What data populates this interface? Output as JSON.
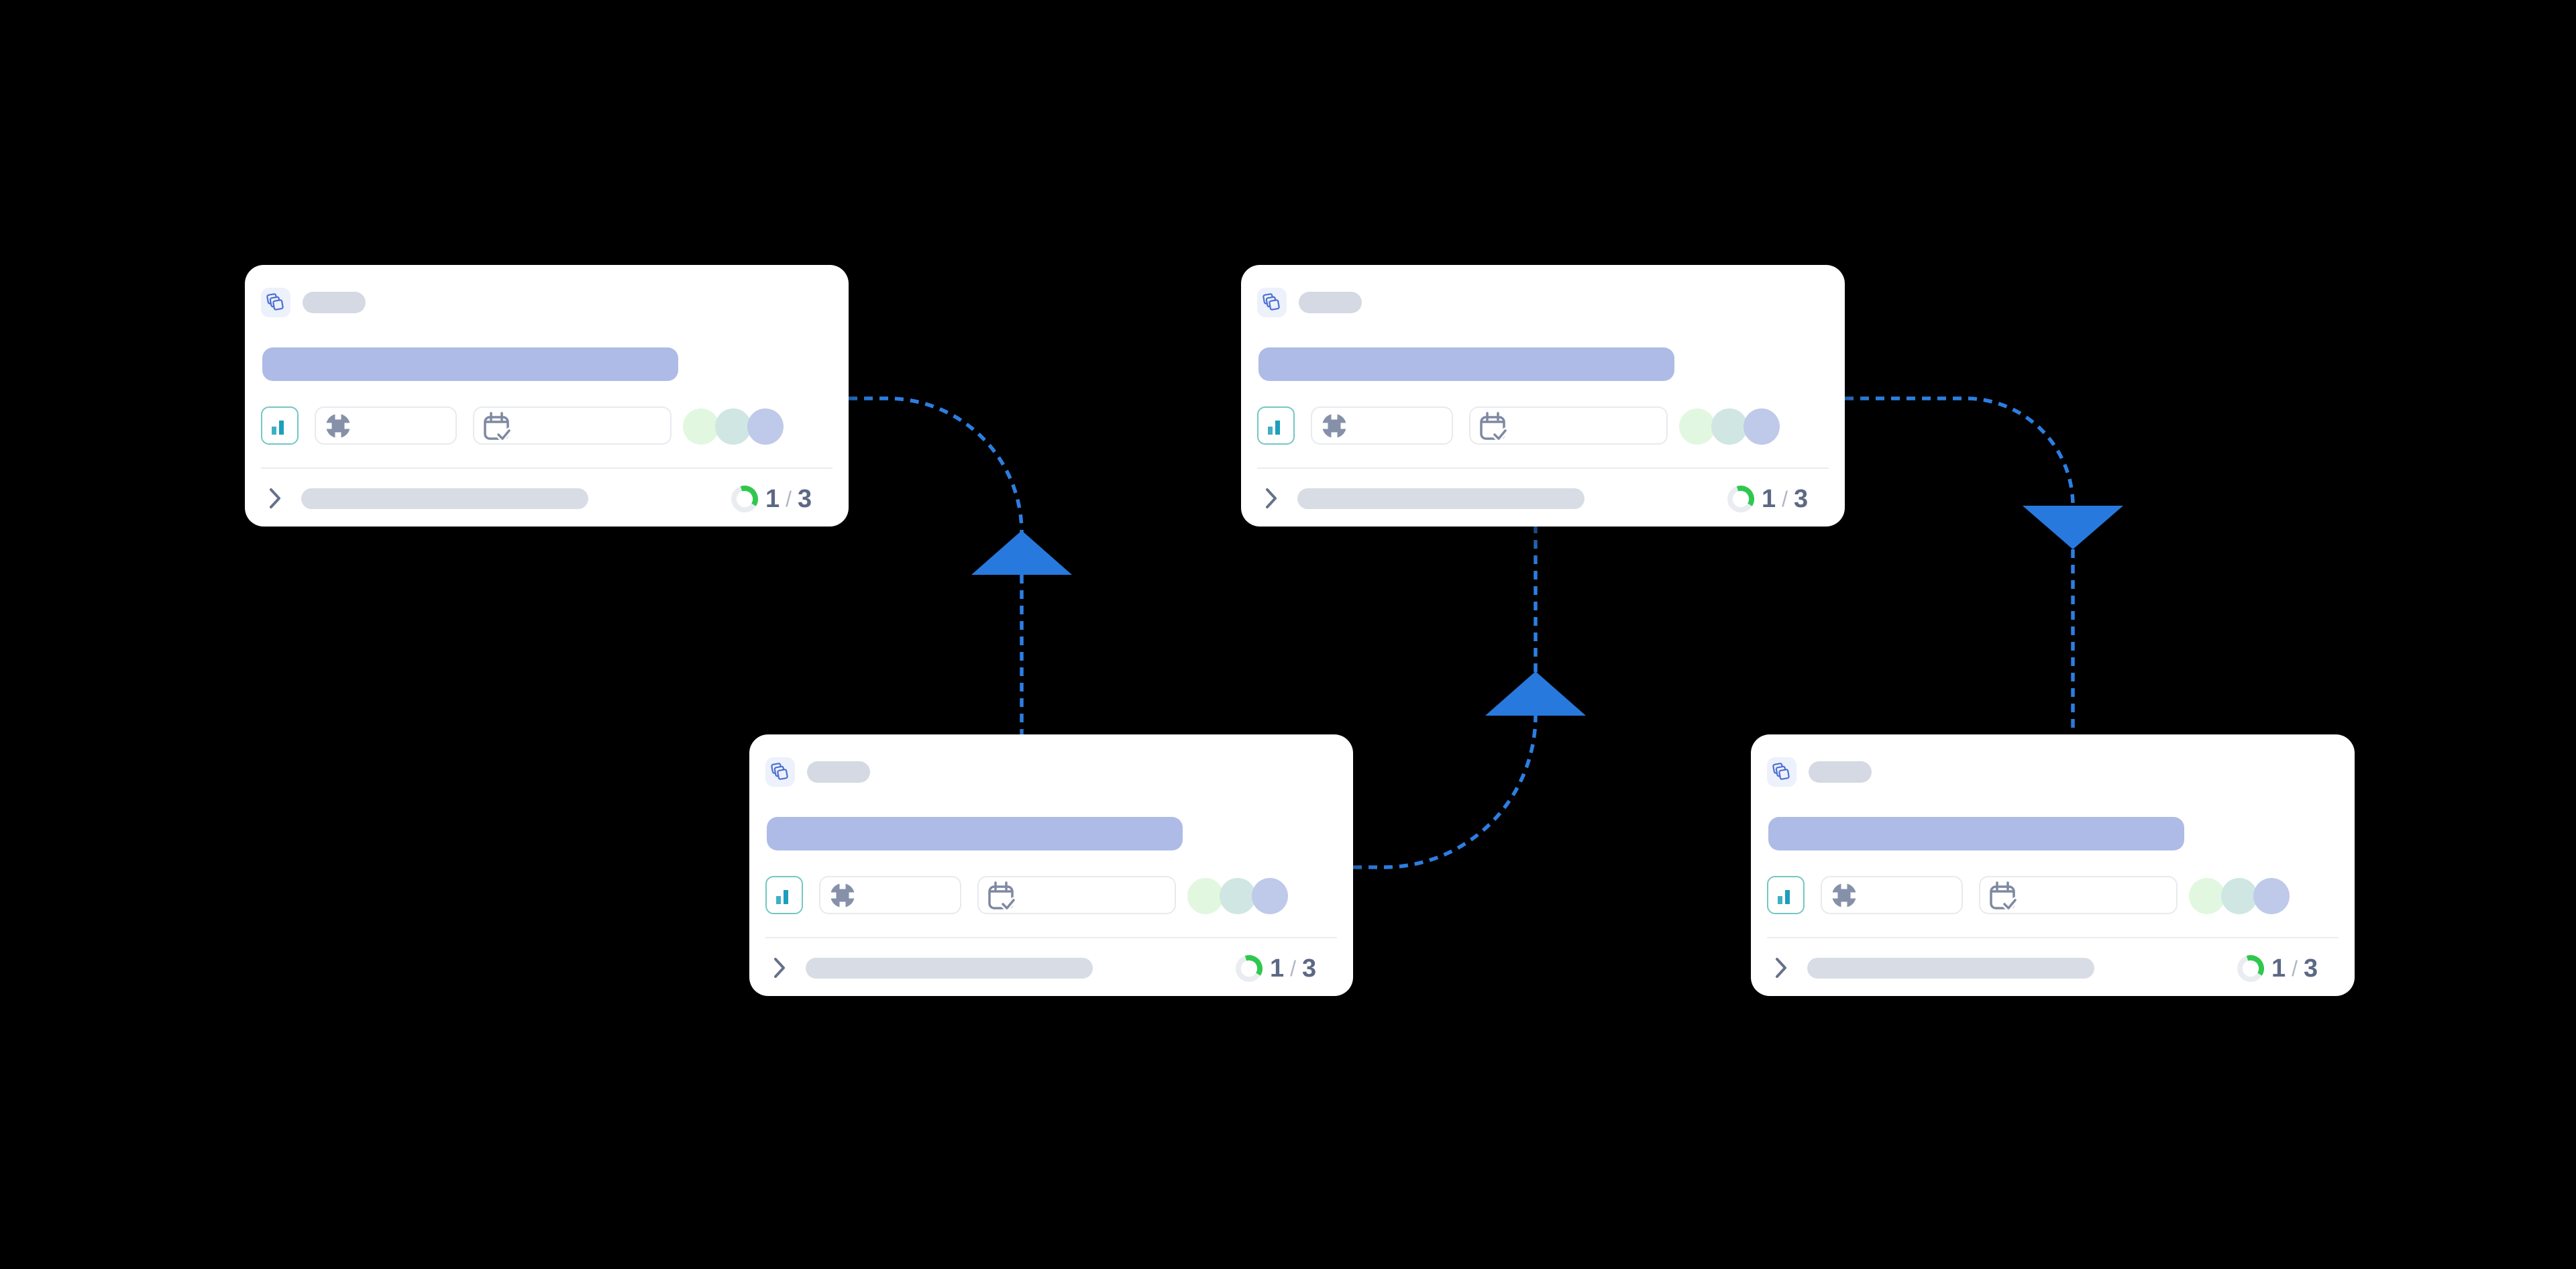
{
  "diagram": {
    "background": "#000000",
    "accent_blue": "#2c7ee2",
    "arrow_blue": "#2879dd",
    "progress_green": "#2fc84e",
    "skeleton_title_color": "#aebbe6",
    "skeleton_gray": "#d4d9e3",
    "avatar_colors": [
      "#e2f7e0",
      "#d0e6e2",
      "#bfc9e9"
    ],
    "cards": [
      {
        "id": "card-1",
        "position": "top-left",
        "badge_icon": "layers-icon",
        "field_icons": [
          "bar-chart-icon",
          "lifebuoy-icon",
          "calendar-check-icon"
        ],
        "avatars_count": 3,
        "progress": {
          "current": "1",
          "separator": "/",
          "total": "3"
        }
      },
      {
        "id": "card-2",
        "position": "top-right",
        "badge_icon": "layers-icon",
        "field_icons": [
          "bar-chart-icon",
          "lifebuoy-icon",
          "calendar-check-icon"
        ],
        "avatars_count": 3,
        "progress": {
          "current": "1",
          "separator": "/",
          "total": "3"
        }
      },
      {
        "id": "card-3",
        "position": "bottom-left",
        "badge_icon": "layers-icon",
        "field_icons": [
          "bar-chart-icon",
          "lifebuoy-icon",
          "calendar-check-icon"
        ],
        "avatars_count": 3,
        "progress": {
          "current": "1",
          "separator": "/",
          "total": "3"
        }
      },
      {
        "id": "card-4",
        "position": "bottom-right",
        "badge_icon": "layers-icon",
        "field_icons": [
          "bar-chart-icon",
          "lifebuoy-icon",
          "calendar-check-icon"
        ],
        "avatars_count": 3,
        "progress": {
          "current": "1",
          "separator": "/",
          "total": "3"
        }
      }
    ],
    "connectors": [
      {
        "between": [
          "card-1",
          "card-3"
        ],
        "arrow_direction": "up",
        "style": "dashed"
      },
      {
        "between": [
          "card-2",
          "card-3"
        ],
        "arrow_direction": "up",
        "style": "dashed"
      },
      {
        "between": [
          "card-2",
          "card-4"
        ],
        "arrow_direction": "down",
        "style": "dashed"
      }
    ]
  }
}
